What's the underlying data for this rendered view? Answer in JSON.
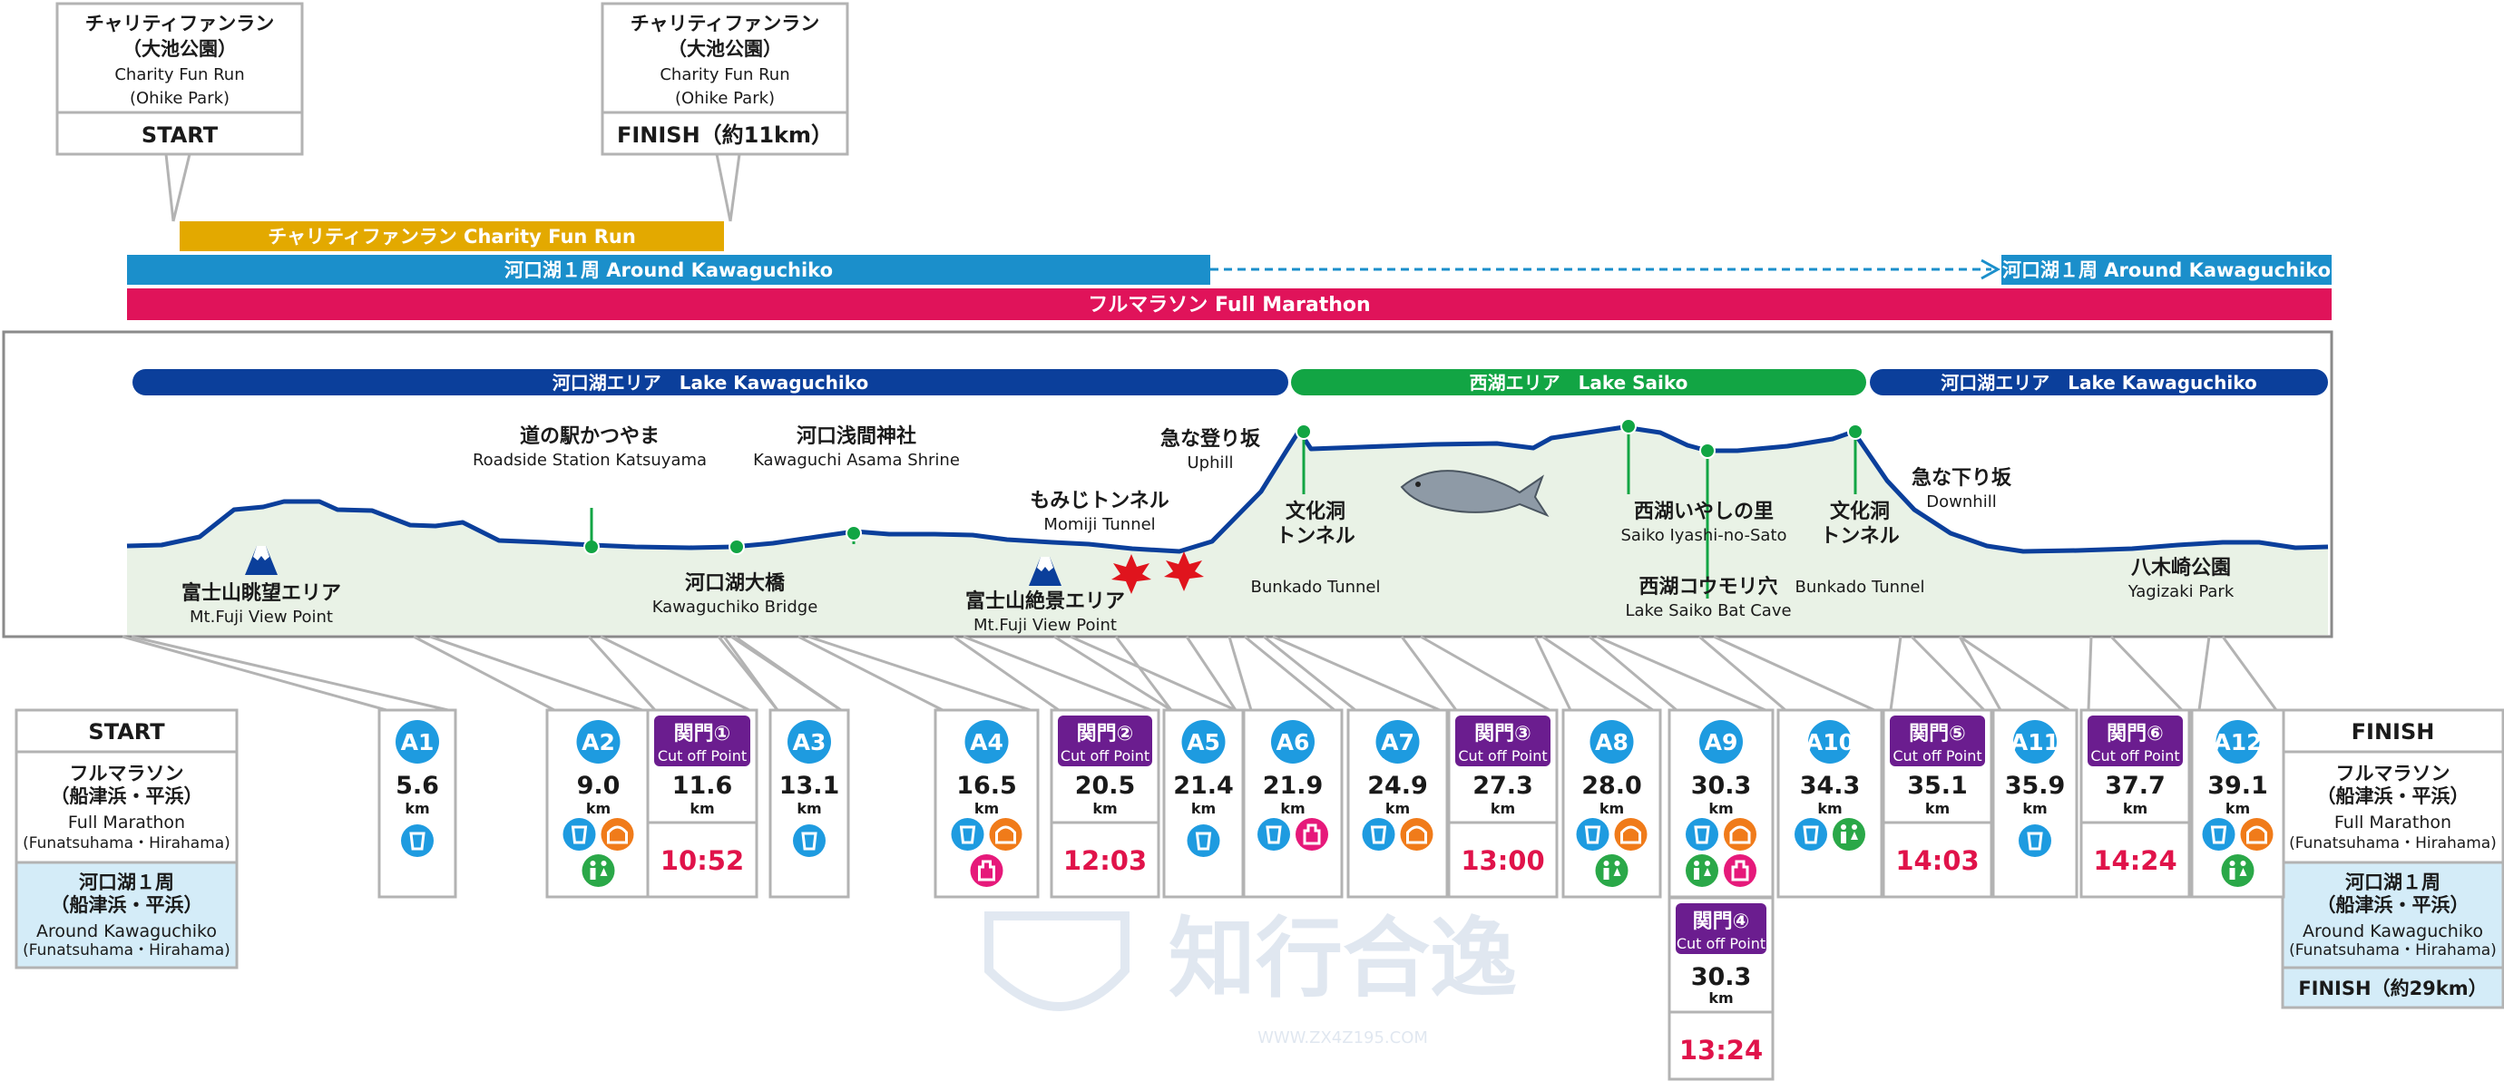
{
  "colors": {
    "charity": "#e3a900",
    "around": "#1b8fcb",
    "marathon": "#e0135a",
    "area_kawaguchi": "#0b3f9b",
    "area_saiko": "#12a544",
    "profile_line": "#0b3f9b",
    "profile_fill": "#e9f2e6",
    "station": "#12a544",
    "aid": "#1e9be0",
    "cutoff_header": "#6b1d8f",
    "cutoff_time": "#e0134a",
    "water": "#1e9be0",
    "food": "#f07b1a",
    "toilet": "#2aa848",
    "medical": "#e6197a",
    "lightblue_cell": "#d4ecf8"
  },
  "top_boxes": [
    {
      "title1": "チャリティファンラン",
      "title2": "（大池公園）",
      "en1": "Charity Fun Run",
      "en2": "(Ohike Park)",
      "label": "START"
    },
    {
      "title1": "チャリティファンラン",
      "title2": "（大池公園）",
      "en1": "Charity Fun Run",
      "en2": "(Ohike Park)",
      "label": "FINISH（約11km）"
    }
  ],
  "bars": {
    "charity": "チャリティファンラン Charity Fun Run",
    "around": "河口湖１周 Around Kawaguchiko",
    "around_end": "河口湖１周 Around Kawaguchiko",
    "marathon": "フルマラソン Full Marathon"
  },
  "areas": [
    {
      "label": "河口湖エリア　Lake Kawaguchiko",
      "color": "area_kawaguchi"
    },
    {
      "label": "西湖エリア　Lake Saiko",
      "color": "area_saiko"
    },
    {
      "label": "河口湖エリア　Lake Kawaguchiko",
      "color": "area_kawaguchi"
    }
  ],
  "landmarks": [
    {
      "jp": "道の駅かつやま",
      "en": "Roadside Station Katsuyama"
    },
    {
      "jp": "河口浅間神社",
      "en": "Kawaguchi Asama Shrine"
    },
    {
      "jp": "河口湖大橋",
      "en": "Kawaguchiko Bridge"
    },
    {
      "jp": "富士山眺望エリア",
      "en": "Mt.Fuji View Point"
    },
    {
      "jp": "富士山絶景エリア",
      "en": "Mt.Fuji View Point"
    },
    {
      "jp": "もみじトンネル",
      "en": "Momiji Tunnel"
    },
    {
      "jp": "急な登り坂",
      "en": "Uphill"
    },
    {
      "jp": "文化洞",
      "jp2": "トンネル",
      "en": "Bunkado Tunnel"
    },
    {
      "jp": "西湖いやしの里",
      "en": "Saiko Iyashi-no-Sato"
    },
    {
      "jp": "西湖コウモリ穴",
      "en": "Lake Saiko Bat Cave"
    },
    {
      "jp": "文化洞",
      "jp2": "トンネル",
      "en": "Bunkado Tunnel"
    },
    {
      "jp": "急な下り坂",
      "en": "Downhill"
    },
    {
      "jp": "八木崎公園",
      "en": "Yagizaki Park"
    }
  ],
  "start_box": {
    "label": "START",
    "fm_jp1": "フルマラソン",
    "fm_jp2": "（船津浜・平浜）",
    "fm_en1": "Full Marathon",
    "fm_en2": "(Funatsuhama・Hirahama)",
    "ak_jp1": "河口湖１周",
    "ak_jp2": "（船津浜・平浜）",
    "ak_en1": "Around Kawaguchiko",
    "ak_en2": "(Funatsuhama・Hirahama)"
  },
  "finish_box": {
    "label": "FINISH",
    "fm_jp1": "フルマラソン",
    "fm_jp2": "（船津浜・平浜）",
    "fm_en1": "Full Marathon",
    "fm_en2": "(Funatsuhama・Hirahama)",
    "ak_jp1": "河口湖１周",
    "ak_jp2": "（船津浜・平浜）",
    "ak_en1": "Around Kawaguchiko",
    "ak_en2": "(Funatsuhama・Hirahama)",
    "ak_finish": "FINISH（約29km）"
  },
  "km_unit": "km",
  "cutoff_sub": "Cut off Point",
  "stations": [
    {
      "type": "aid",
      "label": "A1",
      "km": "5.6",
      "icons": [
        "water"
      ]
    },
    {
      "type": "aid",
      "label": "A2",
      "km": "9.0",
      "icons": [
        "water",
        "food",
        "toilet"
      ]
    },
    {
      "type": "cut",
      "label": "関門①",
      "km": "11.6",
      "time": "10:52"
    },
    {
      "type": "aid",
      "label": "A3",
      "km": "13.1",
      "icons": [
        "water"
      ]
    },
    {
      "type": "aid",
      "label": "A4",
      "km": "16.5",
      "icons": [
        "water",
        "food",
        "medical"
      ]
    },
    {
      "type": "cut",
      "label": "関門②",
      "km": "20.5",
      "time": "12:03"
    },
    {
      "type": "aid",
      "label": "A5",
      "km": "21.4",
      "icons": [
        "water"
      ]
    },
    {
      "type": "aid",
      "label": "A6",
      "km": "21.9",
      "icons": [
        "water",
        "medical"
      ]
    },
    {
      "type": "aid",
      "label": "A7",
      "km": "24.9",
      "icons": [
        "water",
        "food"
      ]
    },
    {
      "type": "cut",
      "label": "関門③",
      "km": "27.3",
      "time": "13:00"
    },
    {
      "type": "aid",
      "label": "A8",
      "km": "28.0",
      "icons": [
        "water",
        "food",
        "toilet"
      ]
    },
    {
      "type": "aid",
      "label": "A9",
      "km": "30.3",
      "icons": [
        "water",
        "food",
        "toilet",
        "medical"
      ]
    },
    {
      "type": "aid",
      "label": "A10",
      "km": "34.3",
      "icons": [
        "water",
        "toilet"
      ]
    },
    {
      "type": "cut",
      "label": "関門⑤",
      "km": "35.1",
      "time": "14:03"
    },
    {
      "type": "aid",
      "label": "A11",
      "km": "35.9",
      "icons": [
        "water"
      ]
    },
    {
      "type": "cut",
      "label": "関門⑥",
      "km": "37.7",
      "time": "14:24"
    },
    {
      "type": "aid",
      "label": "A12",
      "km": "39.1",
      "icons": [
        "water",
        "food",
        "toilet"
      ]
    }
  ],
  "cutoff4": {
    "label": "関門④",
    "km": "30.3",
    "time": "13:24"
  },
  "watermark": {
    "text": "知行合逸",
    "url": "WWW.ZX4Z195.COM"
  }
}
